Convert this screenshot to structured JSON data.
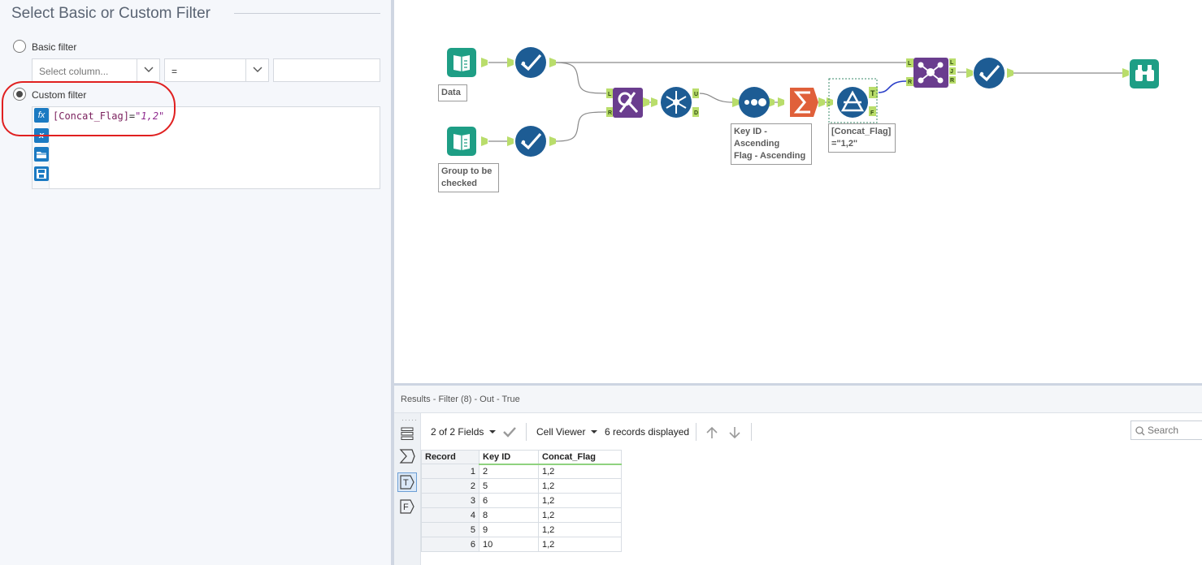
{
  "config": {
    "title": "Select Basic or Custom Filter",
    "basic_filter": {
      "label": "Basic filter",
      "selected": false,
      "column_placeholder": "Select column...",
      "operator": "=",
      "value": ""
    },
    "custom_filter": {
      "label": "Custom filter",
      "selected": true,
      "expression_field": "[Concat_Flag]",
      "expression_operator": "=",
      "expression_value": "\"1,2\"",
      "tools": [
        "fx-icon",
        "variable-icon",
        "open-folder-icon",
        "save-icon"
      ]
    }
  },
  "canvas": {
    "annotations": {
      "data": "Data",
      "group": "Group to be checked",
      "sort_line1": "Key ID -",
      "sort_line2": "Ascending",
      "sort_line3": "Flag - Ascending",
      "filter_line1": "[Concat_Flag]",
      "filter_line2": "=\"1,2\""
    },
    "anchors": {
      "join_left": "L",
      "join_right": "R",
      "unique_u": "U",
      "unique_d": "D",
      "filter_true": "T",
      "filter_false": "F",
      "join_out_l": "L",
      "join_out_j": "J",
      "join_out_r": "R",
      "join_in_l": "L",
      "join_in_r": "R"
    }
  },
  "results": {
    "title": "Results - Filter (8) - Out - True",
    "fields_label": "2 of 2 Fields",
    "viewer_label": "Cell Viewer",
    "records_label": "6 records displayed",
    "search_placeholder": "Search",
    "columns": [
      "Record",
      "Key ID",
      "Concat_Flag"
    ],
    "rows": [
      {
        "record": "1",
        "key_id": "2",
        "concat_flag": "1,2"
      },
      {
        "record": "2",
        "key_id": "5",
        "concat_flag": "1,2"
      },
      {
        "record": "3",
        "key_id": "6",
        "concat_flag": "1,2"
      },
      {
        "record": "4",
        "key_id": "8",
        "concat_flag": "1,2"
      },
      {
        "record": "5",
        "key_id": "9",
        "concat_flag": "1,2"
      },
      {
        "record": "6",
        "key_id": "10",
        "concat_flag": "1,2"
      }
    ]
  },
  "colors": {
    "input_tool": "#1e9e85",
    "select_tool": "#1d5c94",
    "join_tool": "#6a3d8e",
    "summarize_tool": "#e0603a",
    "browse_tool": "#1e9e85",
    "anchor": "#b9dd6b",
    "connector": "#8a8a8a",
    "true_connector": "#2a3ec8"
  }
}
